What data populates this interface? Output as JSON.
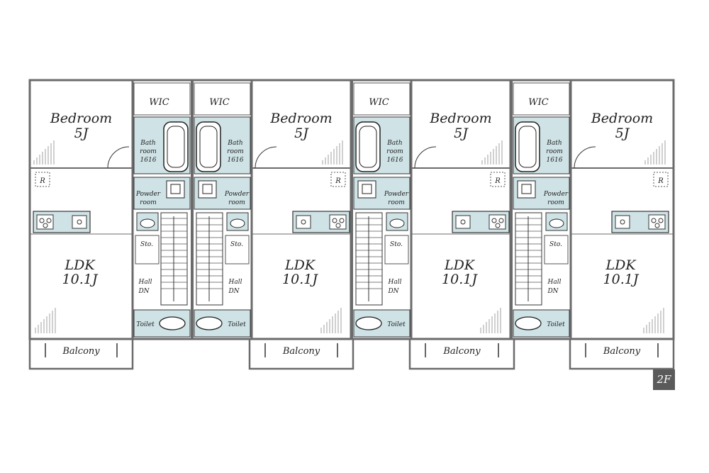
{
  "floor_label": "2F",
  "labels": {
    "bedroom": "Bedroom",
    "bedroom_size": "5J",
    "ldk": "LDK",
    "ldk_size": "10.1J",
    "wic": "WIC",
    "bath": "Bath",
    "room": "room",
    "bath_size": "1616",
    "powder": "Powder",
    "sto": "Sto.",
    "hall": "Hall",
    "toilet": "Toilet",
    "balcony": "Balcony",
    "refrigerator": "R",
    "dn": "DN"
  },
  "colors": {
    "wall": "#6b6b6b",
    "wet_area": "#cfe3e6",
    "fixture": "#1a1a1a",
    "badge": "#5a5a5a"
  }
}
